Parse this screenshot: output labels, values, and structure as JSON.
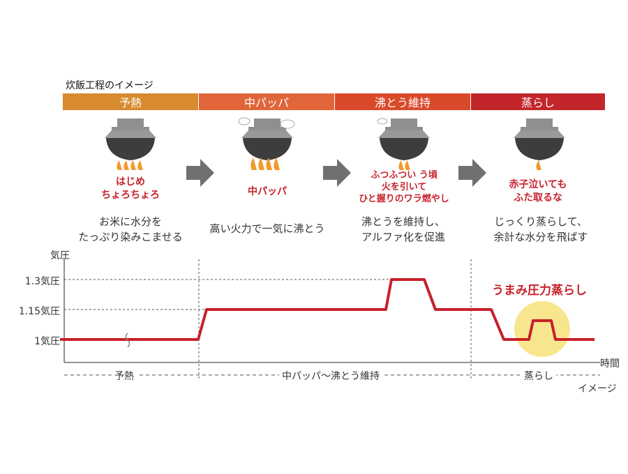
{
  "title": "炊飯工程のイメージ",
  "colors": {
    "stage1": "#d88a2e",
    "stage2": "#e0663a",
    "stage3": "#d94a2b",
    "stage4": "#c3262a",
    "pressure_line": "#c8202b",
    "highlight": "#f7e27a",
    "arrow": "#707070"
  },
  "stages": [
    {
      "label": "予熱",
      "icon": "pot-icon",
      "heat": "はじめ\nちょろちょろ",
      "desc": "お米に水分を\nたっぷり染みこませる"
    },
    {
      "label": "中パッパ",
      "icon": "steaming-pot-icon",
      "heat": "中パッパ",
      "desc": "高い火力で一気に沸とう"
    },
    {
      "label": "沸とう維持",
      "icon": "steaming-pot-icon",
      "heat": "ふつふつい う頃\n火を引いて\nひと握りのワラ燃やし",
      "desc": "沸とうを維持し、\nアルファ化を促進"
    },
    {
      "label": "蒸らし",
      "icon": "pot-icon",
      "heat": "赤子泣いても\nふた取るな",
      "desc": "じっくり蒸らして、\n余計な水分を飛ばす"
    }
  ],
  "chart_data": {
    "type": "line",
    "ylabel": "気圧",
    "xlabel": "時間",
    "yticks": [
      "1.3気圧",
      "1.15気圧",
      "1気圧"
    ],
    "annotation": "うまみ圧力蒸らし",
    "phases": [
      "予熱",
      "中パッパ〜沸とう維持",
      "蒸らし"
    ],
    "note": "イメージ"
  }
}
